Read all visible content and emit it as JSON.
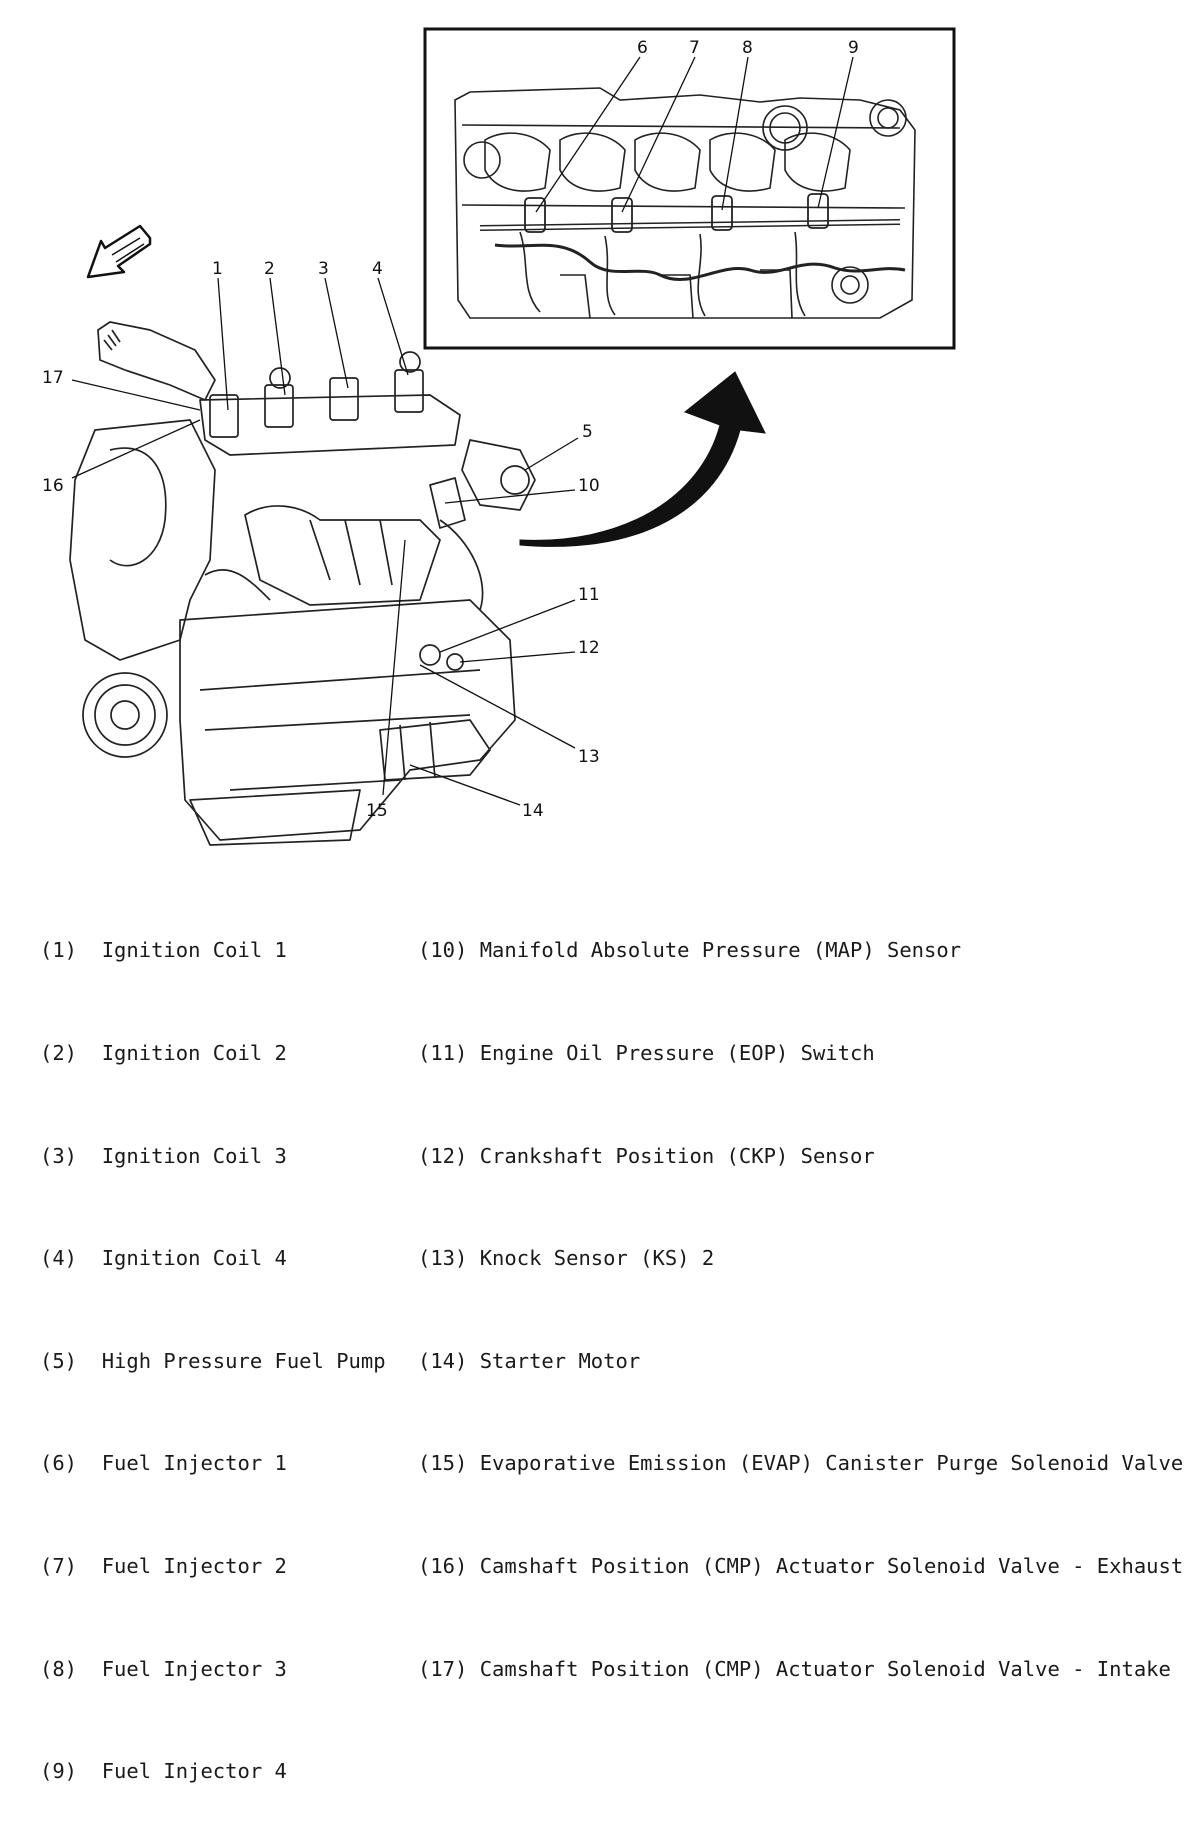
{
  "callouts": {
    "c1": "1",
    "c2": "2",
    "c3": "3",
    "c4": "4",
    "c5": "5",
    "c6": "6",
    "c7": "7",
    "c8": "8",
    "c9": "9",
    "c10": "10",
    "c11": "11",
    "c12": "12",
    "c13": "13",
    "c14": "14",
    "c15": "15",
    "c16": "16",
    "c17": "17"
  },
  "legend": {
    "left": [
      "(1)  Ignition Coil 1",
      "(2)  Ignition Coil 2",
      "(3)  Ignition Coil 3",
      "(4)  Ignition Coil 4",
      "(5)  High Pressure Fuel Pump",
      "(6)  Fuel Injector 1",
      "(7)  Fuel Injector 2",
      "(8)  Fuel Injector 3",
      "(9)  Fuel Injector 4"
    ],
    "right": [
      "(10) Manifold Absolute Pressure (MAP) Sensor",
      "(11) Engine Oil Pressure (EOP) Switch",
      "(12) Crankshaft Position (CKP) Sensor",
      "(13) Knock Sensor (KS) 2",
      "(14) Starter Motor",
      "(15) Evaporative Emission (EVAP) Canister Purge Solenoid Valve",
      "(16) Camshaft Position (CMP) Actuator Solenoid Valve - Exhaust",
      "(17) Camshaft Position (CMP) Actuator Solenoid Valve - Intake"
    ]
  }
}
